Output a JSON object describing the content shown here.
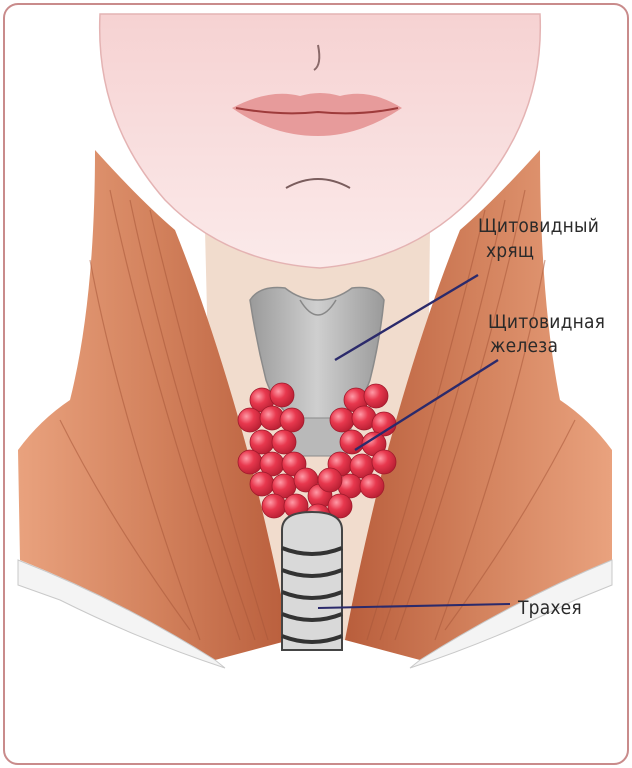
{
  "labels": {
    "thyroid_cartilage_line1": "Щитовидный",
    "thyroid_cartilage_line2": "хрящ",
    "thyroid_gland_line1": "Щитовидная",
    "thyroid_gland_line2": "железа",
    "trachea": "Трахея"
  },
  "colors": {
    "border": "#c98b8b",
    "skin": "#f7dede",
    "lip": "#e79b9b",
    "muscle": "#d98c66",
    "muscle_dark": "#b8623f",
    "throat_bg": "#f1dccd",
    "cartilage": "#a9a9a9",
    "gland": "#e0344a",
    "leader_line": "#2b2a6b",
    "trachea": "#444444"
  }
}
